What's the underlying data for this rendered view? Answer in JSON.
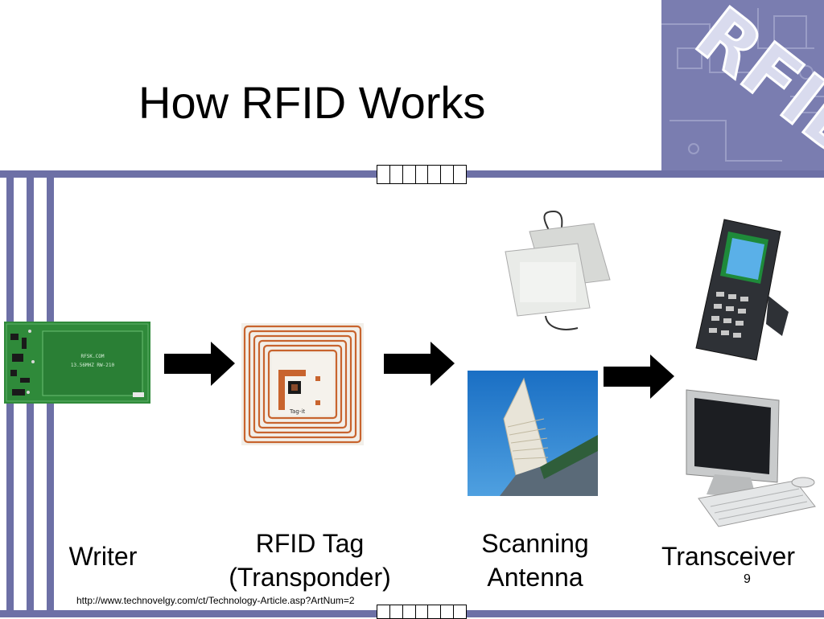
{
  "slide": {
    "title": "How RFID Works",
    "page_number": "9",
    "source_url": "http://www.technovelgy.com/ct/Technology-Article.asp?ArtNum=2",
    "logo_text": "RFID"
  },
  "items": [
    {
      "id": "writer",
      "label": "Writer",
      "image": "pcb-board-image",
      "board_text_1": "RFSK.COM",
      "board_text_2": "13.56MHZ RW-210"
    },
    {
      "id": "tag",
      "label_line1": "RFID Tag",
      "label_line2": "(Transponder)",
      "image": "rfid-coil-tag-image",
      "tag_text": "Tag-it"
    },
    {
      "id": "antenna",
      "label_line1": "Scanning",
      "label_line2": "Antenna",
      "image": "antenna-images"
    },
    {
      "id": "transceiver",
      "label": "Transceiver",
      "image": "handheld-and-computer-images"
    }
  ],
  "colors": {
    "accent_bar": "#6d70a6",
    "logo_bg": "#7578ad",
    "arrow": "#000000",
    "pcb_green": "#2f8a3a",
    "coil_copper": "#c8642e",
    "sky_blue": "#1f7ed0"
  }
}
